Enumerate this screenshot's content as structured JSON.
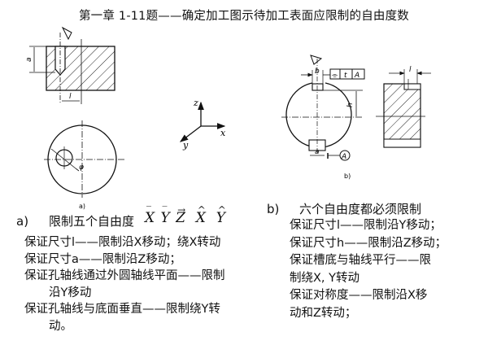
{
  "title": "第一章 1-11题——确定加工图示待加工表面应限制的自由度数",
  "figures": {
    "a": {
      "caption": "a)",
      "dims": {
        "a": "a",
        "l": "l",
        "phi": "φ"
      }
    },
    "axes": {
      "x": "x",
      "y": "y",
      "z": "z"
    },
    "b": {
      "caption": "b)",
      "dims": {
        "b": "b",
        "h": "h",
        "a": "a",
        "l": "l"
      },
      "tolerance_frame": {
        "symbol": "⌯",
        "value": "t",
        "datum": "A"
      },
      "datum_label": "A"
    }
  },
  "section_a": {
    "label": "a)",
    "heading": "限制五个自由度",
    "symbols": [
      {
        "letter": "X",
        "mark": "‾"
      },
      {
        "letter": "Y",
        "mark": "‾"
      },
      {
        "letter": "Z",
        "mark": "→"
      },
      {
        "letter": "X",
        "mark": "^"
      },
      {
        "letter": "Y",
        "mark": "^"
      }
    ],
    "lines": [
      "保证尺寸l——限制沿X移动；绕X转动",
      "保证尺寸a——限制沿Z移动；",
      "保证孔轴线通过外圆轴线平面——限制",
      "沿Y移动",
      "保证孔轴线与底面垂直——限制绕Y转",
      "动。"
    ]
  },
  "section_b": {
    "label": "b)",
    "heading": "六个自由度都必须限制",
    "lines": [
      "保证尺寸l——限制沿Y移动；",
      "保证尺寸h——限制沿Z移动；",
      "保证槽底与轴线平行——限",
      "制绕X, Y转动",
      "保证对称度——限制沿X移",
      "动和Z转动；"
    ]
  }
}
